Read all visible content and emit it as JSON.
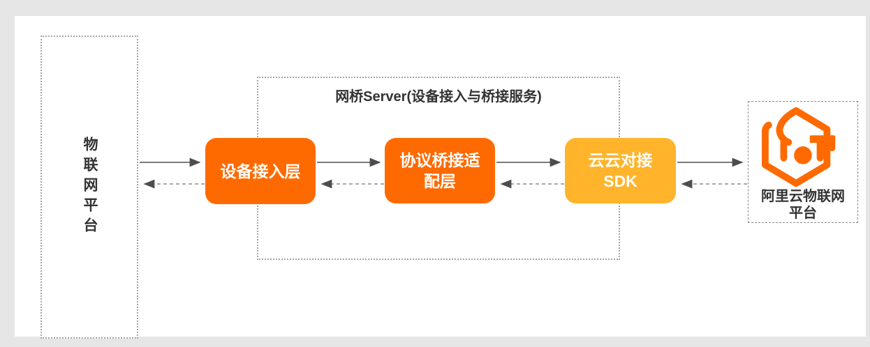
{
  "diagram": {
    "left_platform": {
      "label": "物联网平台"
    },
    "bridge_server": {
      "title": "网桥Server(设备接入与桥接服务)",
      "nodes": [
        {
          "id": "device-access-layer",
          "label": "设备接入层"
        },
        {
          "id": "protocol-bridge-layer",
          "label": "协议桥接适\n配层"
        },
        {
          "id": "cloud-cloud-sdk",
          "label": "云云对接\nSDK"
        }
      ]
    },
    "aliyun_platform": {
      "label": "阿里云物联网\n平台"
    },
    "flows": {
      "forward_style": "solid",
      "return_style": "dashed"
    },
    "colors": {
      "node_orange": "#ff6a00",
      "node_amber": "#ffb42c",
      "logo_orange": "#ff6a00",
      "border_gray": "#a3a3a3",
      "dash_border_gray": "#8a8a8a",
      "arrow_solid": "#4d4d4d",
      "arrow_dashed": "#8a8a8a",
      "text_dark": "#333333",
      "canvas_bg": "#e6e6e6",
      "panel_bg": "#ffffff"
    }
  }
}
